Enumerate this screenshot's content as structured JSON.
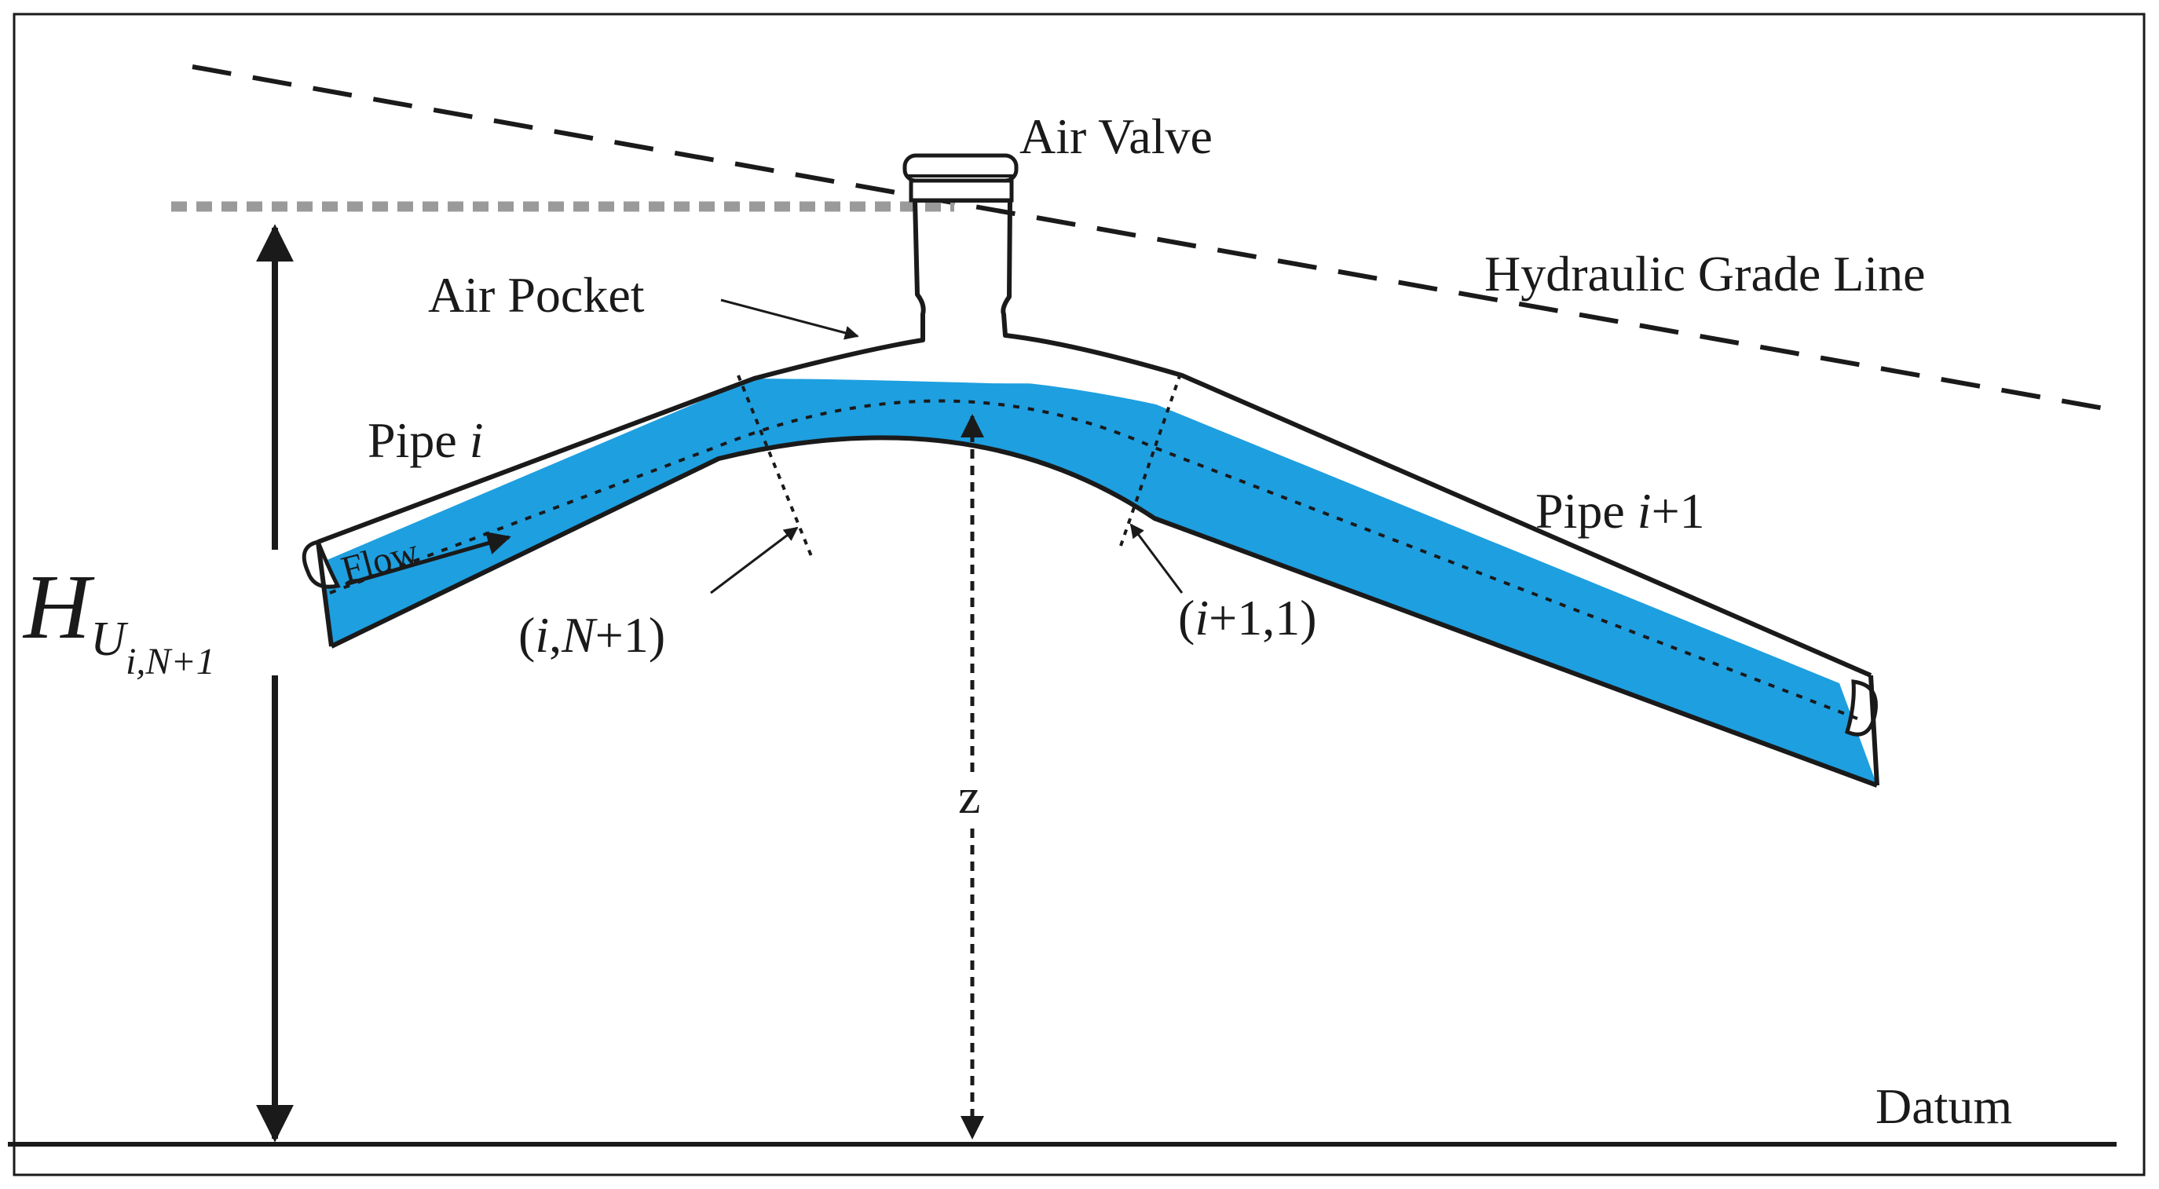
{
  "labels": {
    "air_valve": "Air Valve",
    "hydraulic_grade_line": "Hydraulic Grade Line",
    "air_pocket": "Air Pocket",
    "pipe_i_prefix": "Pipe ",
    "pipe_i_italic": "i",
    "pipe_i1_prefix": "Pipe ",
    "pipe_i1_italic": "i",
    "pipe_i1_suffix": "+1",
    "flow": "Flow",
    "node_left_open": "(",
    "node_left_i": "i",
    "node_left_comma": ",",
    "node_left_N": "N",
    "node_left_close": "+1)",
    "node_right_open": "(",
    "node_right_i": "i",
    "node_right_close": "+1,1)",
    "z": "z",
    "datum": "Datum",
    "head_H": "H",
    "head_sub_U": "U",
    "head_sub_rest": "i,N+1"
  },
  "colors": {
    "water": "#1e9fe0",
    "outline": "#1a1a1a",
    "head_reference": "#9a9a9a",
    "background": "#ffffff"
  }
}
